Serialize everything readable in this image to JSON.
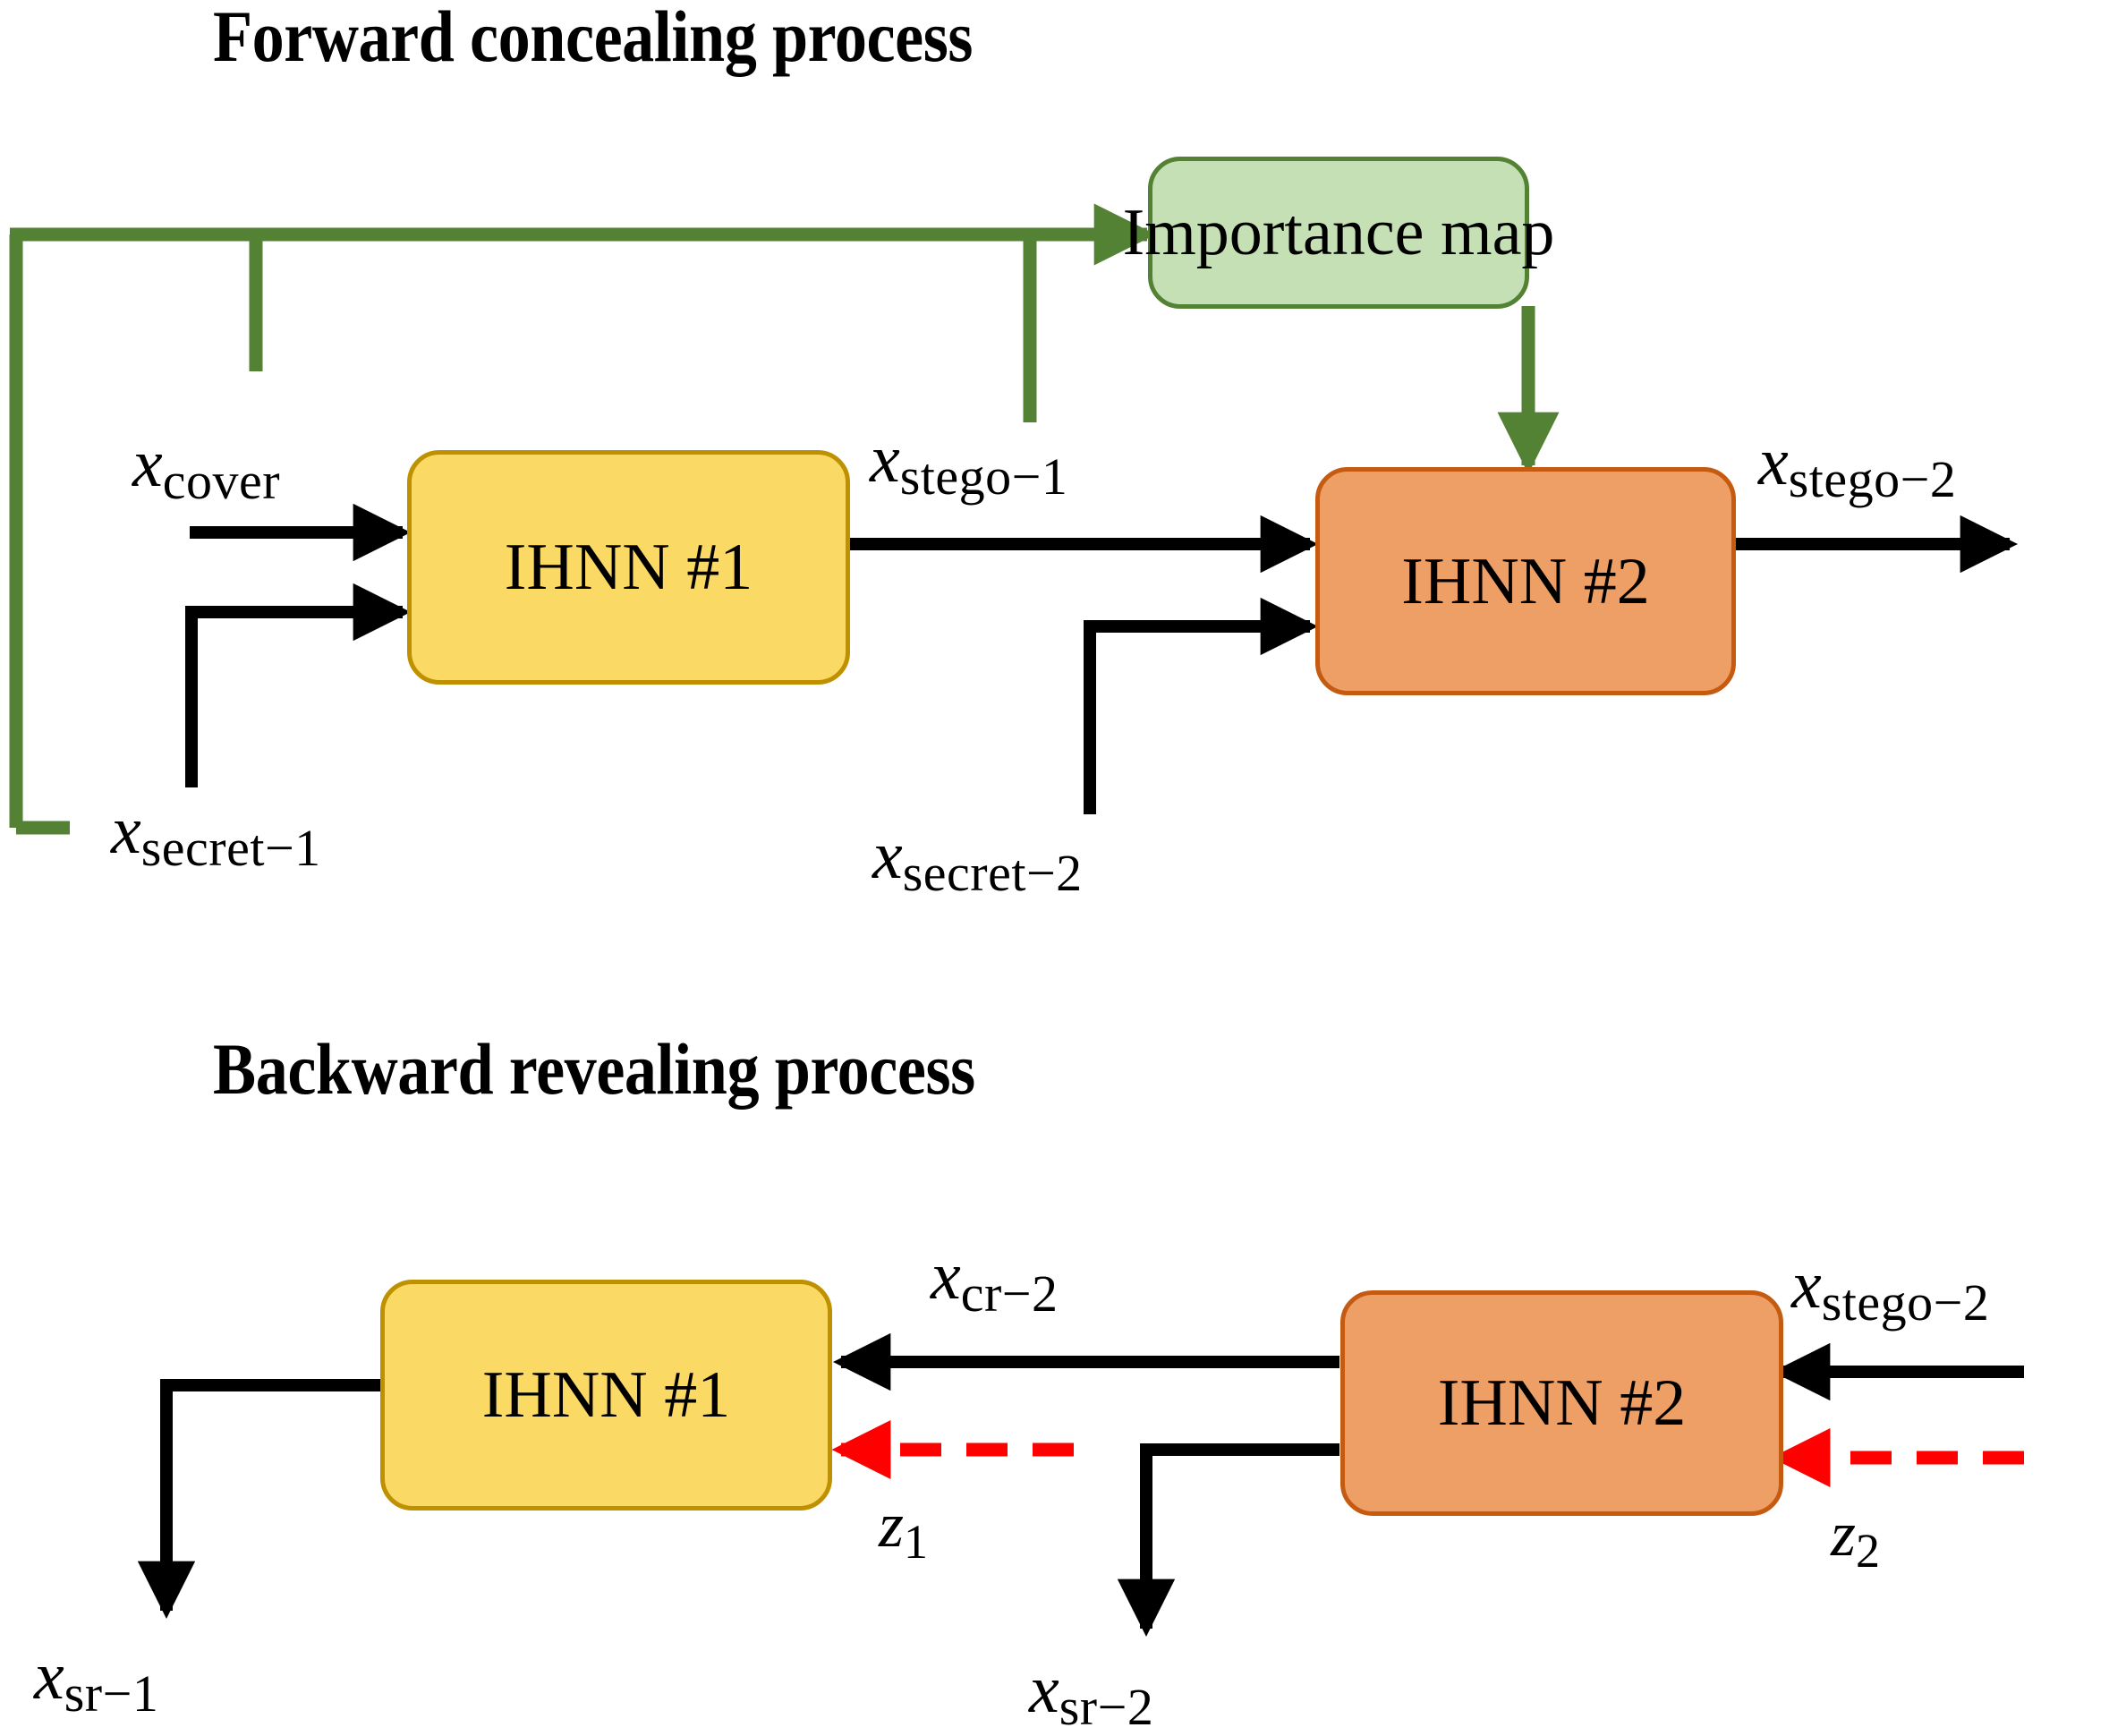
{
  "titles": {
    "forward": "Forward concealing process",
    "backward": "Backward revealing process"
  },
  "colors": {
    "green_fill": "#c5e0b4",
    "green_stroke": "#548235",
    "yellow_fill": "#fbd965",
    "yellow_stroke": "#bf9000",
    "orange_fill": "#ed9f65",
    "orange_stroke": "#c55a11",
    "black": "#000000",
    "red_dashed": "#ff0000",
    "background": "#ffffff"
  },
  "forward": {
    "importance_box": {
      "label": "Importance map"
    },
    "ihnn1_box": {
      "label": "IHNN #1"
    },
    "ihnn2_box": {
      "label": "IHNN #2"
    },
    "labels": {
      "cover": {
        "var": "x",
        "sub": "cover"
      },
      "secret1": {
        "var": "x",
        "sub": "secret−1"
      },
      "stego1": {
        "var": "x",
        "sub": "stego−1"
      },
      "secret2": {
        "var": "x",
        "sub": "secret−2"
      },
      "stego2": {
        "var": "x",
        "sub": "stego−2"
      }
    },
    "edges": [
      {
        "name": "cover-to-ihnn1",
        "style": "solid-black"
      },
      {
        "name": "secret1-to-ihnn1",
        "style": "solid-black"
      },
      {
        "name": "ihnn1-to-ihnn2",
        "style": "solid-black"
      },
      {
        "name": "secret2-to-ihnn2",
        "style": "solid-black"
      },
      {
        "name": "ihnn2-to-stego2",
        "style": "solid-black"
      },
      {
        "name": "cover-tap-to-importance-map",
        "style": "solid-green"
      },
      {
        "name": "secret1-tap-to-importance-map",
        "style": "solid-green"
      },
      {
        "name": "stego1-tap-to-importance-map",
        "style": "solid-green"
      },
      {
        "name": "importance-map-to-ihnn2",
        "style": "solid-green"
      }
    ]
  },
  "backward": {
    "ihnn1_box": {
      "label": "IHNN #1"
    },
    "ihnn2_box": {
      "label": "IHNN #2"
    },
    "labels": {
      "cr2": {
        "var": "x",
        "sub": "cr−2"
      },
      "stego2": {
        "var": "x",
        "sub": "stego−2"
      },
      "z1": {
        "var": "z",
        "sub": "1"
      },
      "z2": {
        "var": "z",
        "sub": "2"
      },
      "sr1": {
        "var": "x",
        "sub": "sr−1"
      },
      "sr2": {
        "var": "x",
        "sub": "sr−2"
      }
    },
    "edges": [
      {
        "name": "stego2-to-ihnn2",
        "style": "solid-black"
      },
      {
        "name": "z2-to-ihnn2",
        "style": "dashed-red"
      },
      {
        "name": "ihnn2-to-ihnn1",
        "style": "solid-black"
      },
      {
        "name": "z1-to-ihnn1",
        "style": "dashed-red"
      },
      {
        "name": "ihnn2-to-sr2",
        "style": "solid-black"
      },
      {
        "name": "ihnn1-to-sr1",
        "style": "solid-black"
      }
    ]
  }
}
